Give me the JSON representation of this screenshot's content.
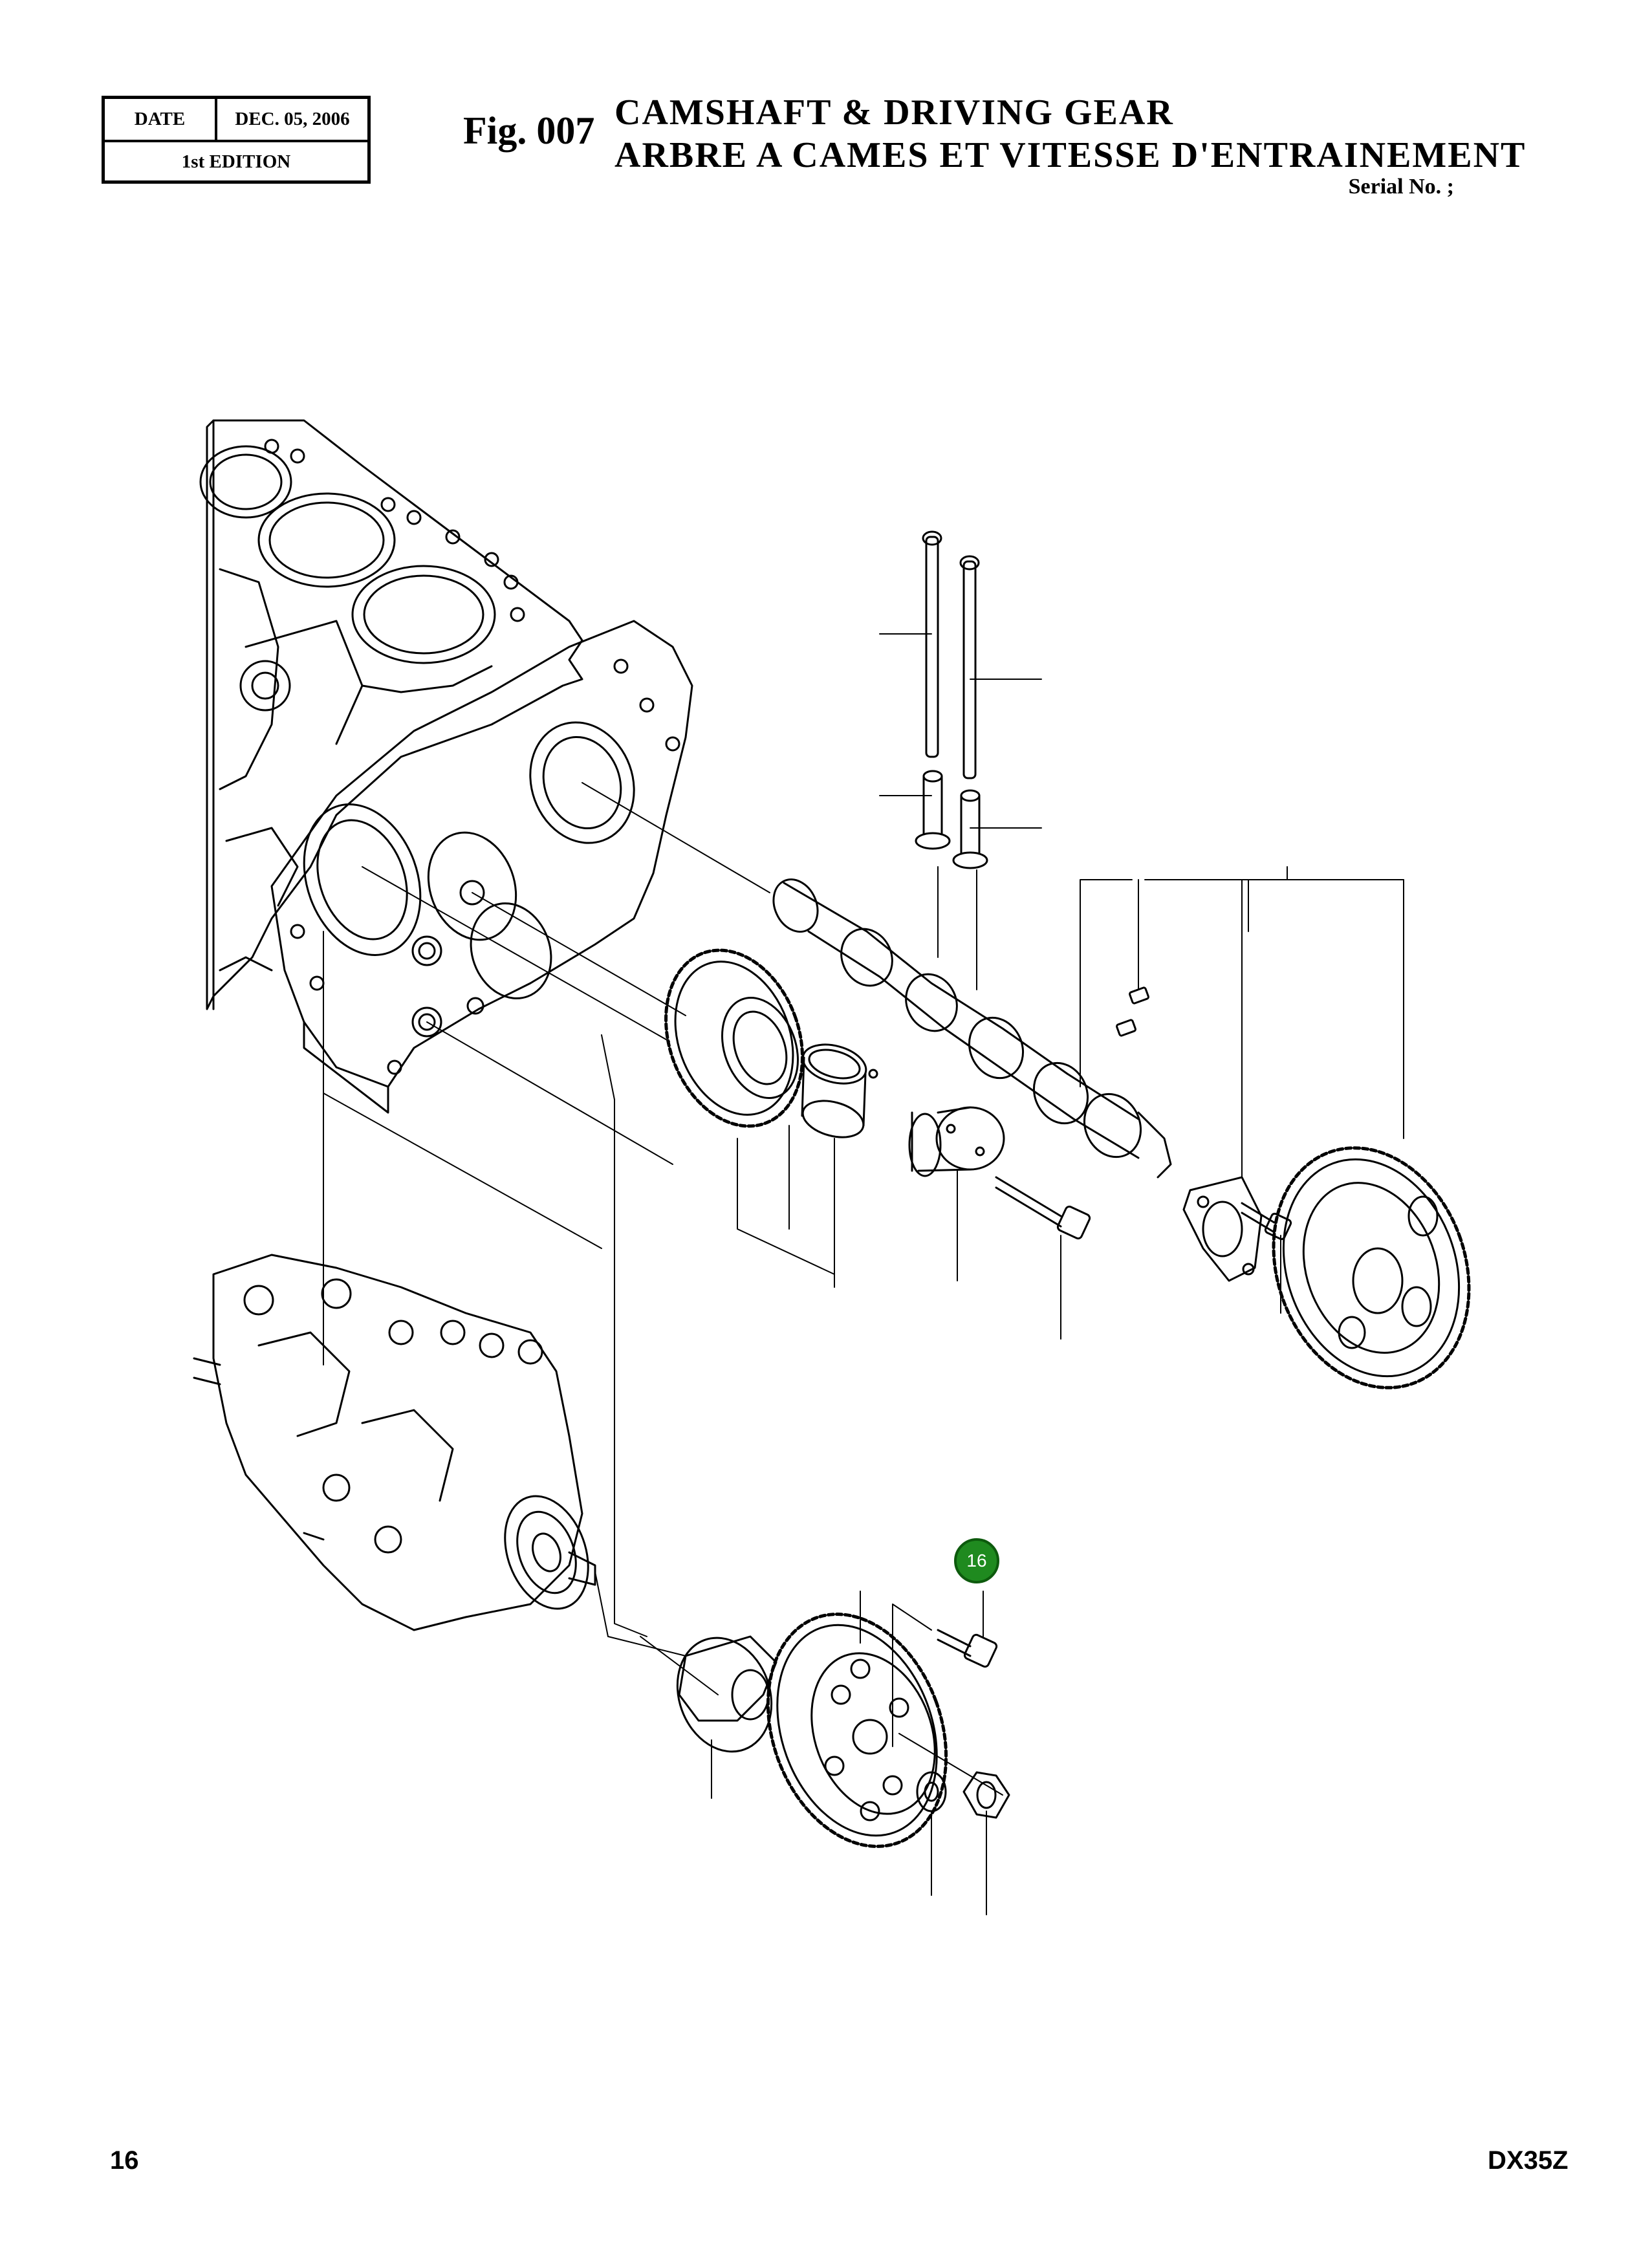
{
  "header": {
    "date_label": "DATE",
    "date_value": "DEC. 05, 2006",
    "edition": "1st EDITION",
    "fig_label": "Fig. 007",
    "title_en": "CAMSHAFT & DRIVING GEAR",
    "title_fr": "ARBRE A CAMES ET VITESSE D'ENTRAINEMENT",
    "serial": "Serial No. ;"
  },
  "callouts": [
    {
      "label": "16",
      "color": "#1f8a1f"
    }
  ],
  "footer": {
    "page_number": "16",
    "model": "DX35Z"
  }
}
